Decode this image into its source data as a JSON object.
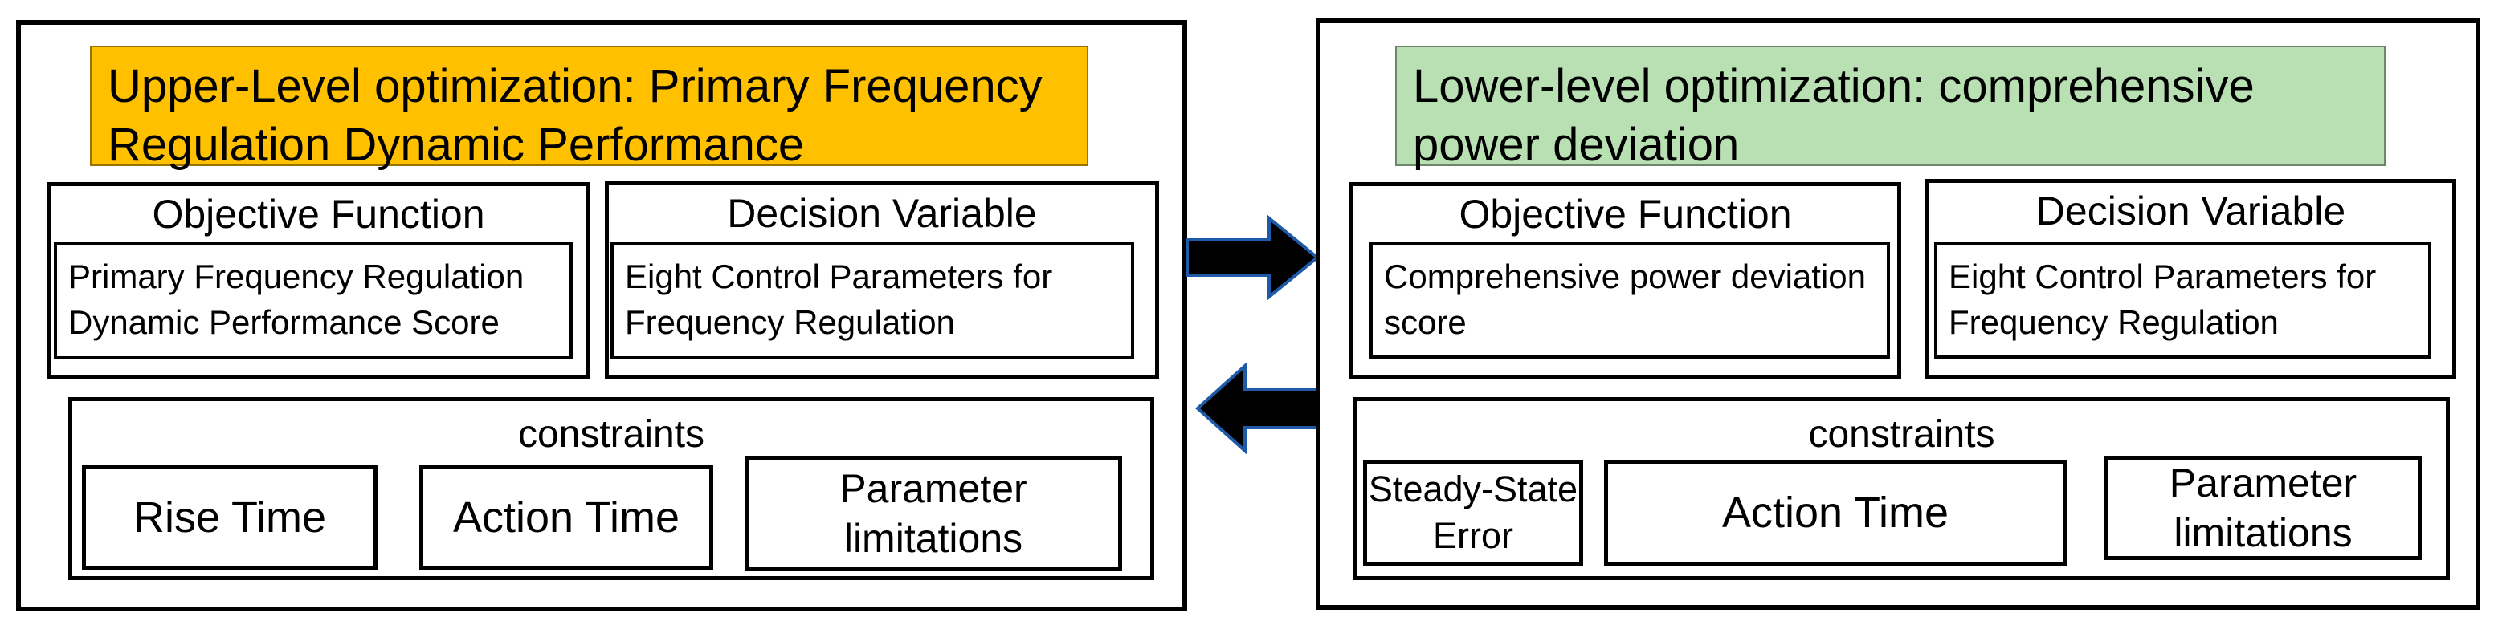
{
  "colors": {
    "upper_header_bg": "#FFC000",
    "lower_header_bg": "#B8E0B2",
    "arrow_fill": "#000000",
    "arrow_stroke": "#1E5AA8",
    "box_border": "#000000"
  },
  "upper": {
    "header_lines": [
      "Upper-Level optimization: Primary Frequency",
      "Regulation Dynamic Performance"
    ],
    "objective": {
      "label": "Objective Function",
      "lines": [
        "Primary Frequency Regulation",
        "Dynamic Performance Score"
      ]
    },
    "decision": {
      "label": "Decision Variable",
      "lines": [
        "Eight Control Parameters for",
        "Frequency Regulation"
      ]
    },
    "constraints": {
      "label": "constraints",
      "items": [
        {
          "lines": [
            "Rise Time"
          ]
        },
        {
          "lines": [
            "Action Time"
          ]
        },
        {
          "lines": [
            "Parameter",
            "limitations"
          ]
        }
      ]
    }
  },
  "lower": {
    "header_lines": [
      "Lower-level optimization: comprehensive",
      "power deviation"
    ],
    "objective": {
      "label": "Objective Function",
      "lines": [
        "Comprehensive power deviation",
        "score"
      ]
    },
    "decision": {
      "label": "Decision Variable",
      "lines": [
        "Eight Control Parameters for",
        "Frequency Regulation"
      ]
    },
    "constraints": {
      "label": "constraints",
      "items": [
        {
          "lines": [
            "Steady-State",
            "Error"
          ]
        },
        {
          "lines": [
            "Action Time"
          ]
        },
        {
          "lines": [
            "Parameter",
            "limitations"
          ]
        }
      ]
    }
  },
  "icons": {
    "forward_arrow": "right-arrow",
    "backward_arrow": "left-arrow"
  }
}
